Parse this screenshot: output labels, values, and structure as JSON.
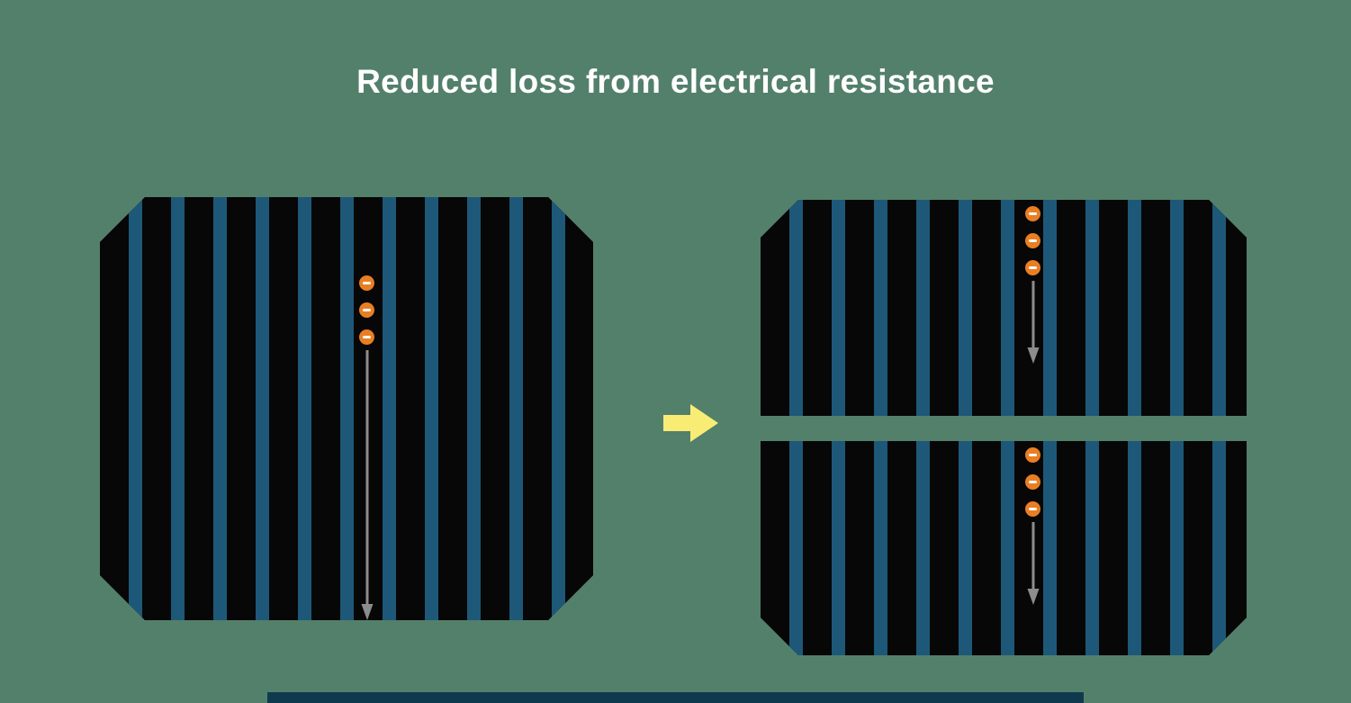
{
  "title": "Reduced loss from electrical resistance",
  "colors": {
    "background": "#53806B",
    "cell_black": "#070707",
    "busbar_blue": "#1E5878",
    "electron_orange": "#E97E23",
    "electron_minus": "#FFFFFF",
    "arrow_gray": "#8C8C8C",
    "transform_arrow_yellow": "#F8EC75",
    "bottom_bar": "#0F3A4E"
  },
  "figure": {
    "full_cell": {
      "electrons": 3
    },
    "half_cell_top": {
      "electrons": 3
    },
    "half_cell_bottom": {
      "electrons": 3
    }
  }
}
